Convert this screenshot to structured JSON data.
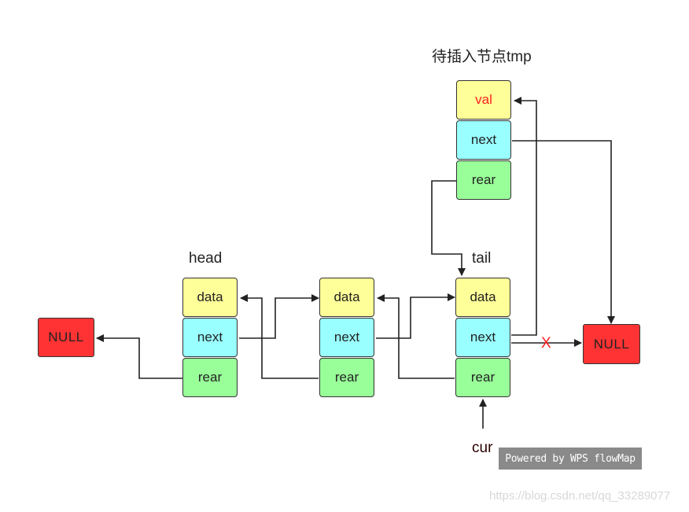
{
  "diagram": {
    "labels": {
      "tmp": "待插入节点tmp",
      "head": "head",
      "tail": "tail",
      "cur": "cur",
      "cut": "X"
    },
    "fields": {
      "data": "data",
      "next": "next",
      "rear": "rear",
      "val": "val"
    },
    "null_text": "NULL",
    "colors": {
      "data": "#ffff99",
      "next": "#99ffff",
      "rear": "#99ff99",
      "null": "#ff3333",
      "cut_mark": "#ff2222",
      "val_text": "#ff2222"
    }
  },
  "badge": "Powered by WPS flowMap",
  "watermark": "https://blog.csdn.net/qq_33289077"
}
